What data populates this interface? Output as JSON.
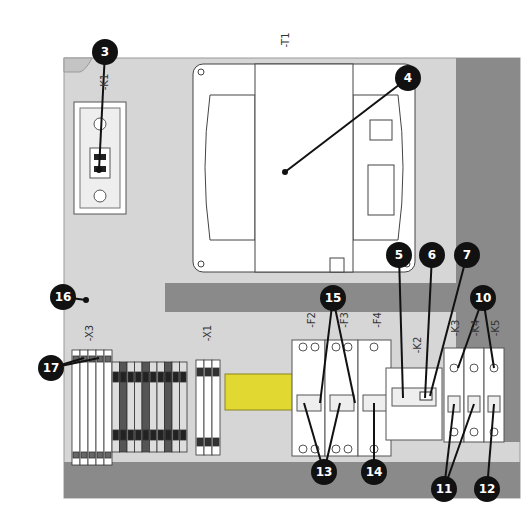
{
  "diagram": {
    "labels": [
      "-T1",
      "-K1",
      "-X3",
      "-X1",
      "-F2",
      "-F3",
      "-F4",
      "-K2",
      "-K3",
      "-K4",
      "-K5",
      "3",
      "4",
      "5",
      "6",
      "7",
      "10",
      "15",
      "16",
      "17",
      "13",
      "14",
      "11",
      "12"
    ]
  }
}
